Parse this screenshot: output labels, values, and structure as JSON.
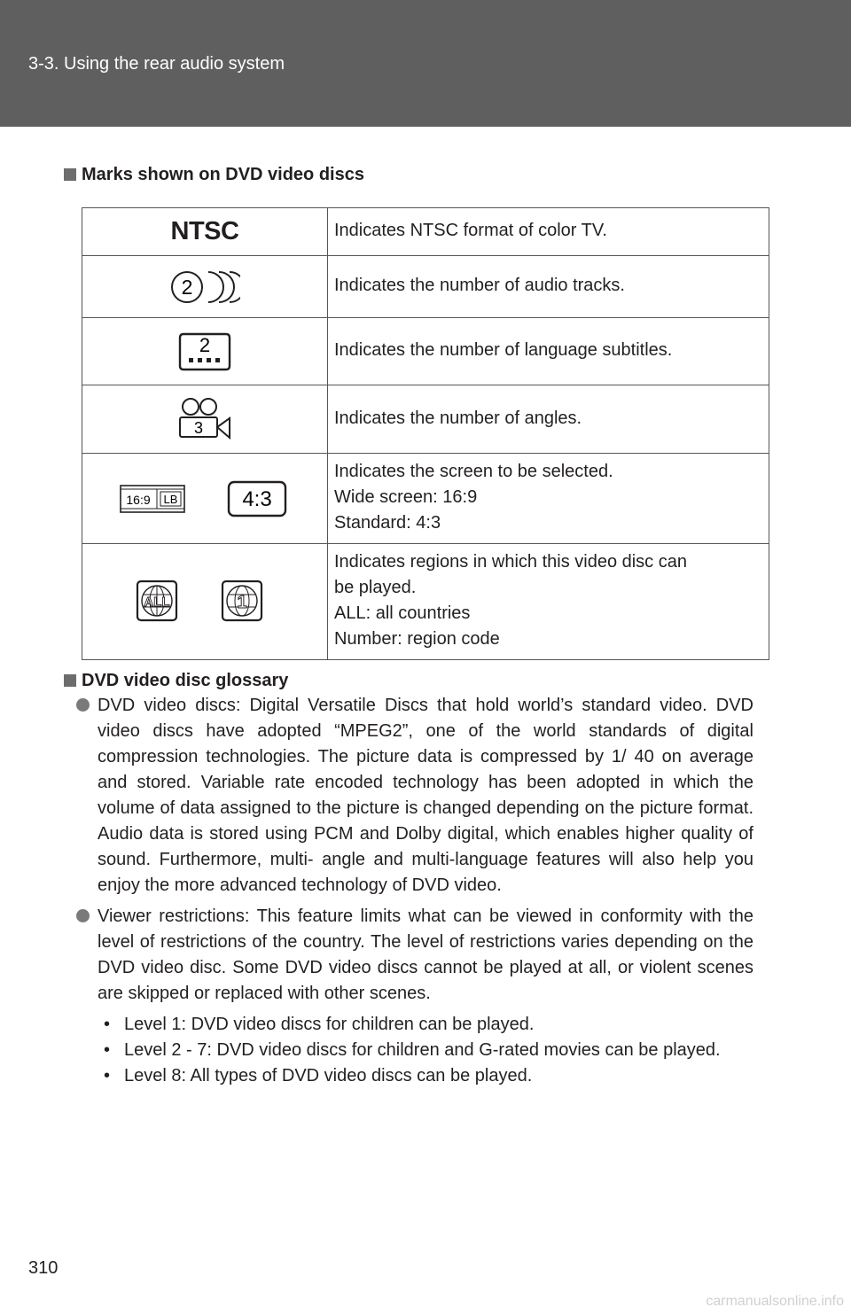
{
  "header": {
    "title": "3-3. Using the rear audio system"
  },
  "marks_section": {
    "heading": "Marks shown on DVD video discs",
    "rows": [
      {
        "symbol_icon": "ntsc-mark-icon",
        "symbol_text": "NTSC",
        "lines": [
          "Indicates NTSC format of color TV."
        ]
      },
      {
        "symbol_icon": "audio-tracks-icon",
        "symbol_text": "2",
        "lines": [
          "Indicates the number of audio tracks."
        ]
      },
      {
        "symbol_icon": "subtitles-icon",
        "symbol_text": "2",
        "lines": [
          "Indicates the number of language subtitles."
        ]
      },
      {
        "symbol_icon": "camera-angles-icon",
        "symbol_text": "3",
        "lines": [
          "Indicates the number of angles."
        ]
      },
      {
        "symbol_icon": "screen-format-icon",
        "symbol_text_1": "16:9",
        "symbol_text_2": "LB",
        "symbol_text_3": "4:3",
        "lines": [
          "Indicates the screen to be selected.",
          "Wide screen: 16:9",
          "Standard: 4:3"
        ]
      },
      {
        "symbol_icon": "region-globe-icon",
        "symbol_text_1": "ALL",
        "symbol_text_2": "1",
        "lines": [
          "Indicates regions in which this video disc can",
          "be played.",
          "ALL: all countries",
          "Number: region code"
        ]
      }
    ]
  },
  "glossary": {
    "heading": "DVD video disc glossary",
    "items": [
      "DVD video discs: Digital Versatile Discs that hold world’s standard video. DVD video discs have adopted “MPEG2”, one of the world standards of digital compression technologies. The picture data is compressed by 1/ 40 on average and stored. Variable rate encoded technology has been adopted in which the volume of data assigned to the picture is changed depending on the picture format. Audio data is stored using PCM and Dolby digital, which enables higher quality of sound. Furthermore, multi- angle and multi-language features will also help you enjoy the more advanced technology of DVD video.",
      "Viewer restrictions: This feature limits what can be viewed in conformity with the level of restrictions of the country. The level of restrictions varies depending on the DVD video disc. Some DVD video discs cannot be played at all, or violent scenes are skipped or replaced with other scenes."
    ],
    "levels": [
      "Level 1: DVD video discs for children can be played.",
      "Level 2 - 7: DVD video discs for children and G-rated movies can be played.",
      "Level 8: All types of DVD video discs can be played."
    ]
  },
  "page_number": "310",
  "watermark": "carmanualsonline.info"
}
